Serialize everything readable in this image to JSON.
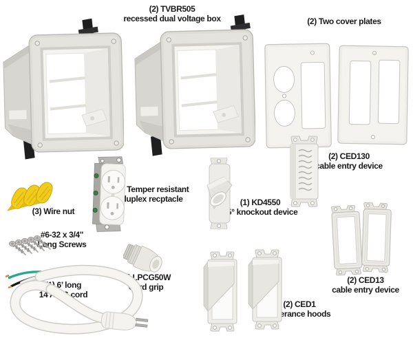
{
  "image": {
    "background": "#ffffff"
  },
  "labels": {
    "recessed_box": {
      "line1": "(2) TVBR505",
      "line2": "recessed dual voltage box"
    },
    "cover_plates": {
      "line1": "(2) Two cover plates"
    },
    "wire_nut": {
      "line1": "(3) Wire nut"
    },
    "receptacle": {
      "line1": "(1) Temper resistant",
      "line2": "duplex recptacle"
    },
    "knockout": {
      "line1": "(1) KD4550",
      "line2": "45° knockout device"
    },
    "ced130": {
      "line1": "(2) CED130",
      "line2": "cable entry device"
    },
    "screws": {
      "line1": "#6-32 x 3/4\"",
      "line2": "Long Screws"
    },
    "cord": {
      "line1": "(1) 6’ long",
      "line2": "14 AWG cord"
    },
    "cord_grip": {
      "line1": "(1) LPCG50W",
      "line2": "Cord grip"
    },
    "ced1": {
      "line1": "(2) CED1",
      "line2": "enterance hoods"
    },
    "ced13": {
      "line1": "(2) CED13",
      "line2": "cable entry device"
    }
  },
  "colors": {
    "background": "#ffffff",
    "text": "#191919",
    "plastic_light": "#eeede9",
    "plastic_mid": "#dddcd7",
    "plastic_dark": "#c5c4bf",
    "clip_black": "#1f1f1f",
    "wire_nut_yellow": "#f2cc1c",
    "ground_wire_green": "#2aa78c",
    "metal_gray": "#b6b5b1",
    "screw_green": "#3f7d4a"
  }
}
